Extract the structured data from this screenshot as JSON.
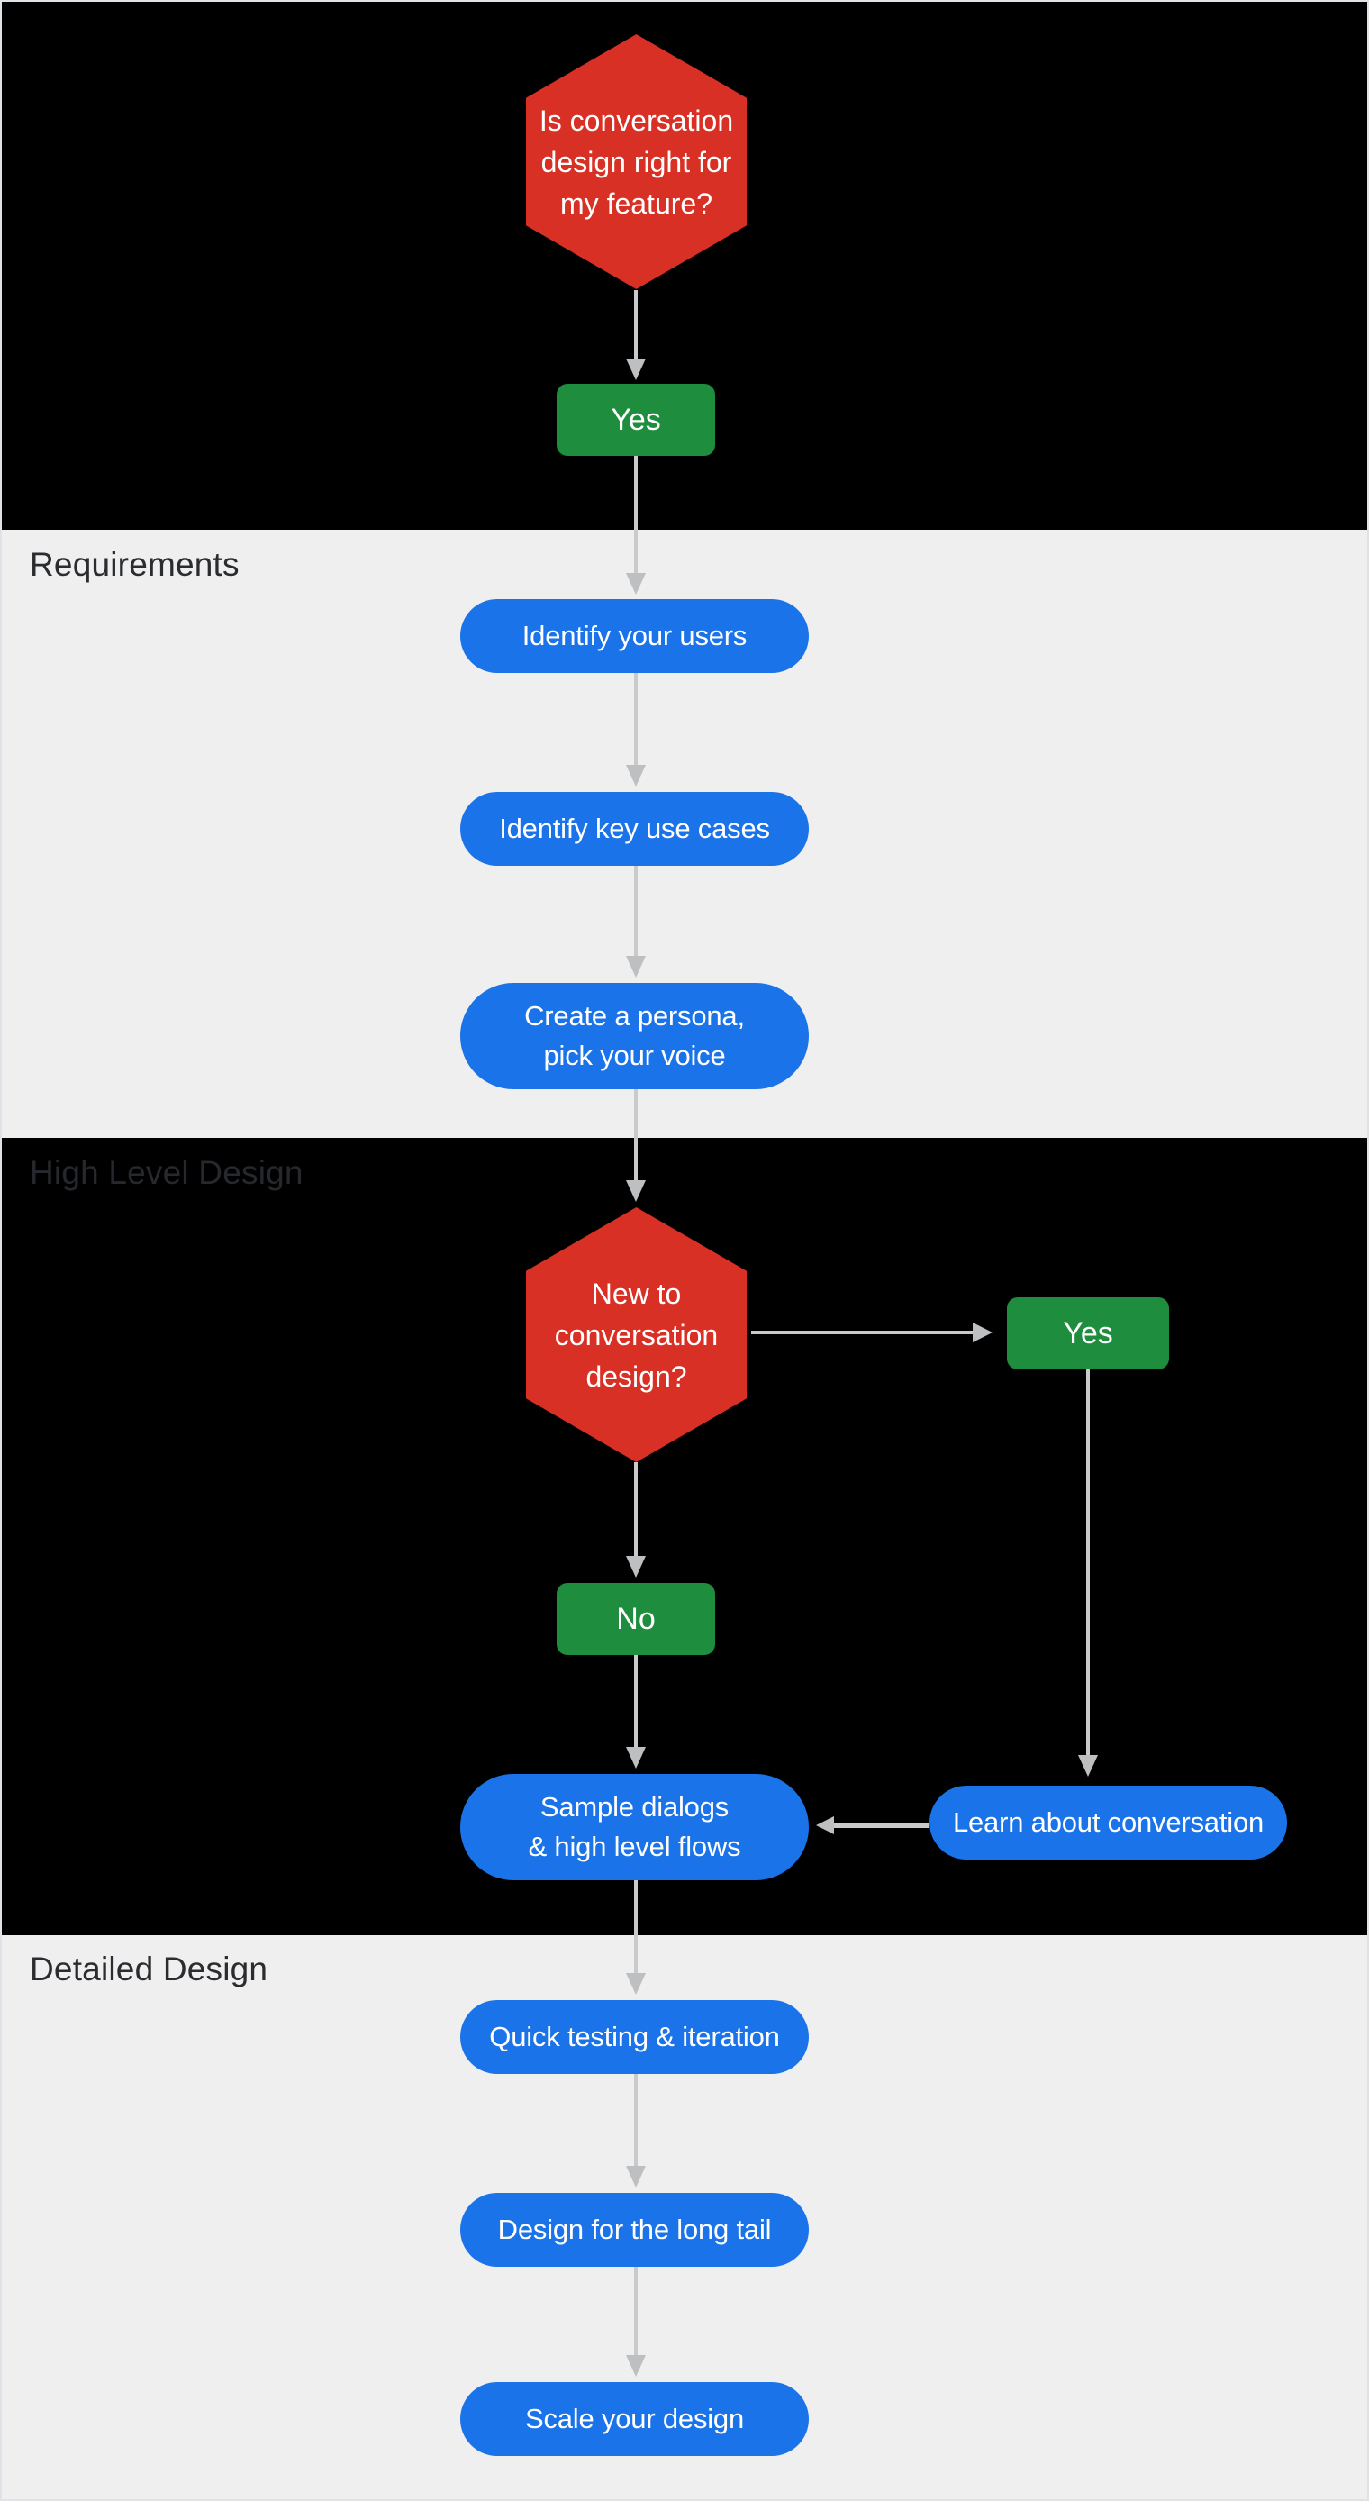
{
  "palette": {
    "black_bg": "#000000",
    "light_bg": "#efeff0",
    "border_color": "#dfe2e6",
    "red": "#d93025",
    "green": "#1e8e3e",
    "blue": "#1a73e8",
    "arrow_line": "#c8cacb",
    "arrow_head": "#bdbfc1",
    "label_dark": "#2a2c30",
    "label_on_black": "#26282e"
  },
  "sections": {
    "requirements": {
      "label": "Requirements"
    },
    "high_level": {
      "label": "High Level Design"
    },
    "detailed": {
      "label": "Detailed Design"
    }
  },
  "nodes": {
    "hex_fit": {
      "lines": [
        "Is conversation",
        "design right for",
        "my feature?"
      ]
    },
    "yes_fit": {
      "label": "Yes"
    },
    "pill_users": {
      "label": "Identify your users"
    },
    "pill_usecases": {
      "label": "Identify key use cases"
    },
    "pill_persona": {
      "lines": [
        "Create a persona,",
        "pick your voice"
      ]
    },
    "hex_new": {
      "lines": [
        "New to",
        "conversation",
        "design?"
      ]
    },
    "yes_new": {
      "label": "Yes"
    },
    "no_new": {
      "label": "No"
    },
    "pill_sample": {
      "lines": [
        "Sample dialogs",
        "& high level flows"
      ]
    },
    "pill_learn": {
      "label": "Learn about conversation"
    },
    "pill_quick": {
      "label": "Quick testing & iteration"
    },
    "pill_longtail": {
      "label": "Design for the long tail"
    },
    "pill_scale": {
      "label": "Scale your design"
    }
  }
}
